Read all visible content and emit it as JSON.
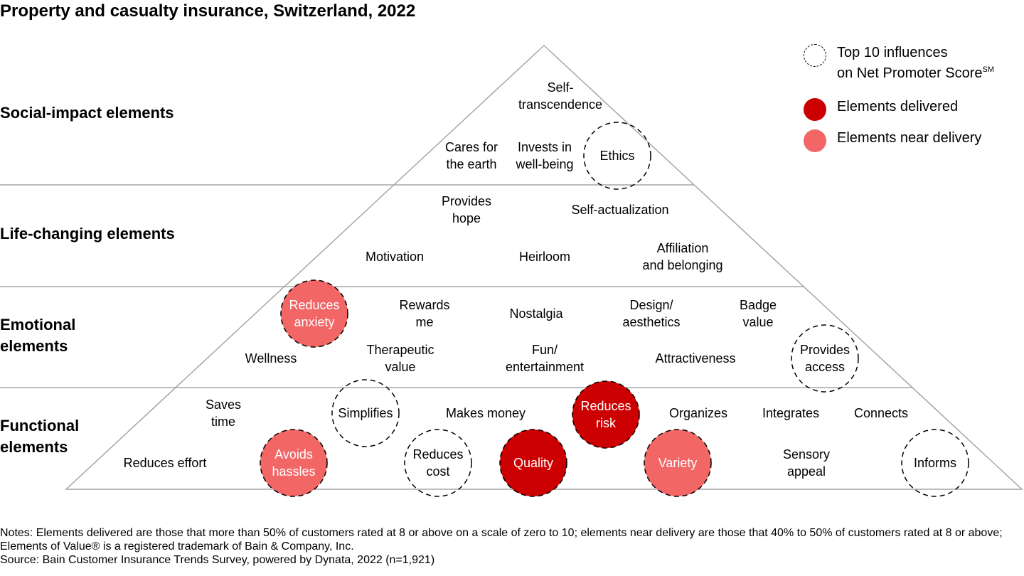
{
  "title": "Property and casualty insurance, Switzerland, 2022",
  "layers": [
    {
      "label": "Social-impact elements"
    },
    {
      "label": "Life-changing elements"
    },
    {
      "label": "Emotional elements"
    },
    {
      "label": "Functional elements"
    }
  ],
  "legend": {
    "top10": {
      "text": "Top 10 influences\non Net Promoter Score",
      "sup": "SM"
    },
    "delivered": {
      "text": "Elements delivered"
    },
    "near": {
      "text": "Elements near delivery"
    }
  },
  "colors": {
    "delivered": "#cc0000",
    "near_delivery": "#f26666",
    "lines": "#a6a6a6",
    "dashed": "#000000"
  },
  "elements": [
    {
      "label": "Self-\ntranscendence",
      "layer": "social",
      "status": "none",
      "top10": false
    },
    {
      "label": "Cares for\nthe earth",
      "layer": "social",
      "status": "none",
      "top10": false
    },
    {
      "label": "Invests in\nwell-being",
      "layer": "social",
      "status": "none",
      "top10": false
    },
    {
      "label": "Ethics",
      "layer": "social",
      "status": "none",
      "top10": true
    },
    {
      "label": "Provides\nhope",
      "layer": "life-changing",
      "status": "none",
      "top10": false
    },
    {
      "label": "Self-actualization",
      "layer": "life-changing",
      "status": "none",
      "top10": false
    },
    {
      "label": "Motivation",
      "layer": "life-changing",
      "status": "none",
      "top10": false
    },
    {
      "label": "Heirloom",
      "layer": "life-changing",
      "status": "none",
      "top10": false
    },
    {
      "label": "Affiliation\nand belonging",
      "layer": "life-changing",
      "status": "none",
      "top10": false
    },
    {
      "label": "Reduces\nanxiety",
      "layer": "emotional",
      "status": "near",
      "top10": true
    },
    {
      "label": "Rewards\nme",
      "layer": "emotional",
      "status": "none",
      "top10": false
    },
    {
      "label": "Nostalgia",
      "layer": "emotional",
      "status": "none",
      "top10": false
    },
    {
      "label": "Design/\naesthetics",
      "layer": "emotional",
      "status": "none",
      "top10": false
    },
    {
      "label": "Badge\nvalue",
      "layer": "emotional",
      "status": "none",
      "top10": false
    },
    {
      "label": "Wellness",
      "layer": "emotional",
      "status": "none",
      "top10": false
    },
    {
      "label": "Therapeutic\nvalue",
      "layer": "emotional",
      "status": "none",
      "top10": false
    },
    {
      "label": "Fun/\nentertainment",
      "layer": "emotional",
      "status": "none",
      "top10": false
    },
    {
      "label": "Attractiveness",
      "layer": "emotional",
      "status": "none",
      "top10": false
    },
    {
      "label": "Provides\naccess",
      "layer": "emotional",
      "status": "none",
      "top10": true
    },
    {
      "label": "Saves\ntime",
      "layer": "functional",
      "status": "none",
      "top10": false
    },
    {
      "label": "Simplifies",
      "layer": "functional",
      "status": "none",
      "top10": true
    },
    {
      "label": "Makes money",
      "layer": "functional",
      "status": "none",
      "top10": false
    },
    {
      "label": "Reduces\nrisk",
      "layer": "functional",
      "status": "delivered",
      "top10": true
    },
    {
      "label": "Organizes",
      "layer": "functional",
      "status": "none",
      "top10": false
    },
    {
      "label": "Integrates",
      "layer": "functional",
      "status": "none",
      "top10": false
    },
    {
      "label": "Connects",
      "layer": "functional",
      "status": "none",
      "top10": false
    },
    {
      "label": "Reduces effort",
      "layer": "functional",
      "status": "none",
      "top10": false
    },
    {
      "label": "Avoids\nhassles",
      "layer": "functional",
      "status": "near",
      "top10": true
    },
    {
      "label": "Reduces\ncost",
      "layer": "functional",
      "status": "none",
      "top10": true
    },
    {
      "label": "Quality",
      "layer": "functional",
      "status": "delivered",
      "top10": true
    },
    {
      "label": "Variety",
      "layer": "functional",
      "status": "near",
      "top10": true
    },
    {
      "label": "Sensory\nappeal",
      "layer": "functional",
      "status": "none",
      "top10": false
    },
    {
      "label": "Informs",
      "layer": "functional",
      "status": "none",
      "top10": true
    }
  ],
  "notes": "Notes: Elements delivered are those that more than 50% of customers rated at 8 or above on a scale of zero to 10; elements near delivery are those that 40% to 50% of customers rated at 8 or above; Elements of Value® is a registered trademark of Bain & Company, Inc.",
  "source": "Source: Bain Customer Insurance Trends Survey, powered by Dynata, 2022 (n=1,921)"
}
